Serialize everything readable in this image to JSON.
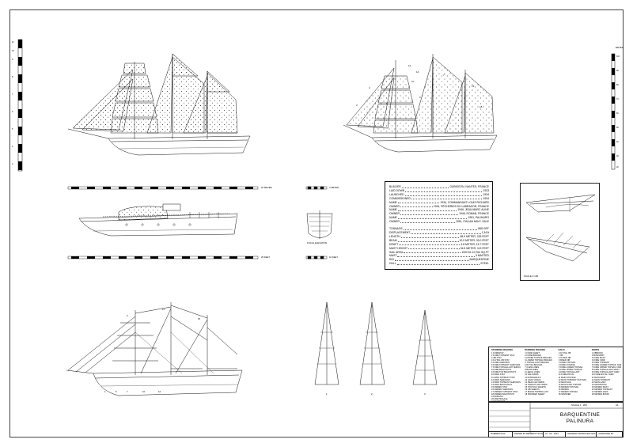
{
  "specs": {
    "rows": [
      {
        "k": "BUILDER",
        "v": "DUBIGEON, NANTES, FRANCE"
      },
      {
        "k": "LAID DOWN",
        "v": "1933"
      },
      {
        "k": "LAUNCHED",
        "v": "1934"
      },
      {
        "k": "COMMISSIONED",
        "v": "1934"
      },
      {
        "k": "NAME",
        "v": "1934, COMMANDANT LOUIS RICHARD"
      },
      {
        "k": "OWNER",
        "v": "1934, PÊCHERIES DU LABRADOR, FRANCE"
      },
      {
        "k": "NAME",
        "v": "1946, JEAN MARC ALINE"
      },
      {
        "k": "OWNER",
        "v": "1946, ROMAN, FRANCE"
      },
      {
        "k": "NAME",
        "v": "1951, PALINURO"
      },
      {
        "k": "OWNER",
        "v": "1951, ITALIAN NAVY, SALE"
      },
      {
        "k": "TONNAGE",
        "v": "858 GRT"
      },
      {
        "k": "DISPLACEMENT",
        "v": "1,341t"
      },
      {
        "k": "LENGTH",
        "v": "68.9 METER, 226 FEET"
      },
      {
        "k": "BEAM",
        "v": "10.0 METER, 33.0 FEET"
      },
      {
        "k": "DRAFT",
        "v": "4.8 METER, 15.7 FEET"
      },
      {
        "k": "MAST HEIGHT",
        "v": "34.5 METER, 113 FEET"
      },
      {
        "k": "SAIL AREA",
        "v": "1000 M² 10,764 SQ.FT"
      },
      {
        "k": "MAST",
        "v": "3 MASTED"
      },
      {
        "k": "RIG",
        "v": "BARQUENTINE"
      },
      {
        "k": "HULL",
        "v": "STEEL"
      }
    ]
  },
  "scales": {
    "top_right_label": "METER",
    "scale_label_1": "25 METER",
    "scale_label_2": "25 FEET",
    "scale_label_3": "10 FEET",
    "section_scale_1": "4 METER",
    "section_scale_2": "SCALE 1:100",
    "inset_scale": "SCALE 1:100",
    "section_caption": "FOCAL  ELEVATION"
  },
  "mast_numbers": [
    "1",
    "2",
    "3"
  ],
  "legend": {
    "columns": [
      {
        "heading": "STANDING RIGGING",
        "items": [
          "1 FORESTAY",
          "2 FORE TOPMAST STAY",
          "3 JIB STAY",
          "4 FLYING JIB STAY",
          "5 FORE SHROUDS",
          "6 FORE TOPMAST SHROUDS",
          "7 FORE TOPGALLANT SHROUDS",
          "8 FORE BACKSTAYS",
          "9 FORE TOP BACKSTAYS",
          "10 MAIN STAY",
          "11 MAIN TOPMAST STAY",
          "12 MAIN SHROUDS",
          "13 MAIN TOPMAST SHROUDS",
          "14 MAIN BACKSTAYS",
          "15 MIZZEN STAY",
          "16 MIZZEN SHROUDS",
          "17 MIZZEN TOPMAST STAY",
          "18 MIZZEN BACKSTAYS",
          "19 BOBSTAY",
          "20 MARTINGALE",
          "21 WHISKERS",
          "22 JIBBOOM GUYS"
        ]
      },
      {
        "heading": "RUNNING RIGGING",
        "items": [
          "1 FORE SHEET",
          "2 FORE BRACES",
          "3 UPPER TOPSAIL BRACES",
          "4 LOWER TOPSAIL BRACES",
          "5 TOPGALLANT BRACES",
          "6 ROYAL BRACES",
          "7 CLEW LINES",
          "8 BUNTLINES",
          "9 LEECH LINES",
          "10 HALYARDS",
          "11 DOWNHAULS",
          "12 GAFF VANGS",
          "13 PEAK HALYARDS",
          "14 THROAT HALYARDS",
          "15 STAYSAIL SHEETS",
          "16 JIB SHEETS",
          "17 BOOM TOPPING LIFT",
          "18 SPANKER SHEET"
        ]
      },
      {
        "heading": "SAILS",
        "items": [
          "1 FLYING JIB",
          "2 JIB",
          "3 OUTER JIB",
          "4 INNER JIB",
          "5 FORE STAYSAIL",
          "6 FORE COURSE",
          "7 FORE LOWER TOPSAIL",
          "8 FORE UPPER TOPSAIL",
          "9 FORE TOPGALLANT",
          "10 FORE ROYAL",
          "11 MAIN STAYSAIL",
          "12 MAIN TOPMAST STAYSAIL",
          "13 MAIN SAIL",
          "14 MAIN GAFF TOPSAIL",
          "15 MIZZEN STAYSAIL",
          "16 MIZZEN",
          "17 MIZZEN TOPSAIL",
          "18 SPANKER"
        ]
      },
      {
        "heading": "SPARS",
        "items": [
          "1 JIBBOOM",
          "2 BOWSPRIT",
          "3 FORE MAST",
          "4 FORE YARD",
          "5 FORE TOPMAST",
          "6 FORE LOWER TOPSAIL YARD",
          "7 FORE UPPER TOPSAIL YARD",
          "8 FORE TOPGALLANT MAST",
          "9 FORE TOPGALLANT YARD",
          "10 FORE ROYAL YARD",
          "11 MAIN MAST",
          "12 MAIN TOPMAST",
          "13 MAIN GAFF",
          "14 MAIN BOOM",
          "15 MIZZEN MAST",
          "16 MIZZEN TOPMAST",
          "17 MIZZEN GAFF",
          "18 MIZZEN BOOM"
        ]
      }
    ]
  },
  "title_block": {
    "scale": "SCALE 1 : 200",
    "sheet": "A1",
    "name_line1": "BARQUENTINE",
    "name_line2": "PALINURA",
    "footer": [
      "NUMBER 2013",
      "DRAWN BY BENEDICT SUSAN",
      "01 · 09 · 2013",
      "DRAWING APPROVED 2013",
      "APPROVED BY"
    ]
  }
}
